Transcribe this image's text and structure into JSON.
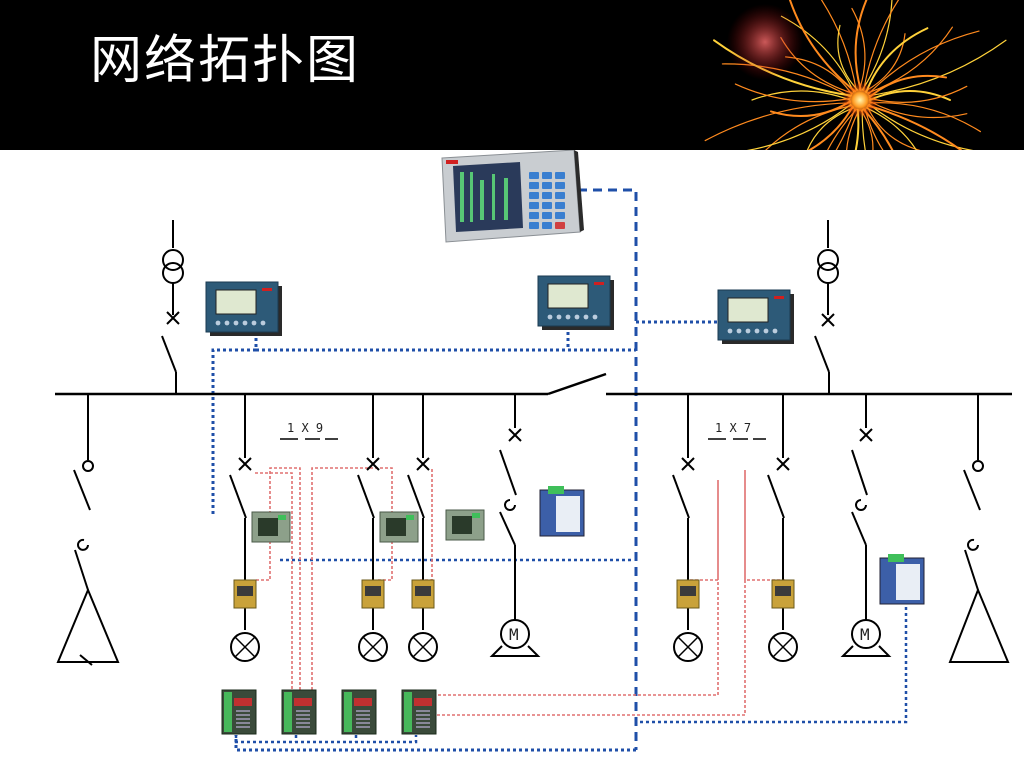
{
  "slide": {
    "title": "网络拓扑图"
  },
  "diagram": {
    "group_labels": {
      "left": "1 X 9",
      "right": "1 X 7"
    },
    "motor_symbol": "M"
  },
  "colors": {
    "header_bg": "#000000",
    "title_text": "#ffffff",
    "bus_line": "#000000",
    "network_blue": "#1f4fa8",
    "signal_red": "#e07070",
    "firework_orange": "#ff8a1e",
    "firework_yellow": "#ffd23a"
  }
}
